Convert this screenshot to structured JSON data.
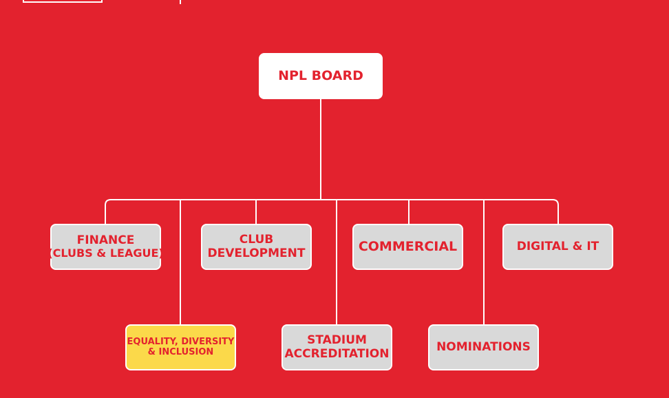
{
  "board": {
    "label": "NPL BOARD"
  },
  "committees": [
    {
      "id": "finance",
      "lines": [
        "FINANCE",
        "(CLUBS & LEAGUE)"
      ]
    },
    {
      "id": "club-development",
      "lines": [
        "CLUB",
        "DEVELOPMENT"
      ]
    },
    {
      "id": "commercial",
      "lines": [
        "COMMERCIAL"
      ]
    },
    {
      "id": "digital-it",
      "lines": [
        "DIGITAL & IT"
      ]
    },
    {
      "id": "equality",
      "lines": [
        "EQUALITY, DIVERSITY",
        "& INCLUSION"
      ]
    },
    {
      "id": "stadium",
      "lines": [
        "STADIUM",
        "ACCREDITATION"
      ]
    },
    {
      "id": "nominations",
      "lines": [
        "NOMINATIONS"
      ]
    }
  ],
  "colors": {
    "background": "#e3222e",
    "box_fill": "#d9d9d9",
    "board_fill": "#ffffff",
    "highlight_fill": "#fbd94a",
    "text": "#e3222e",
    "connector": "#ffffff"
  }
}
